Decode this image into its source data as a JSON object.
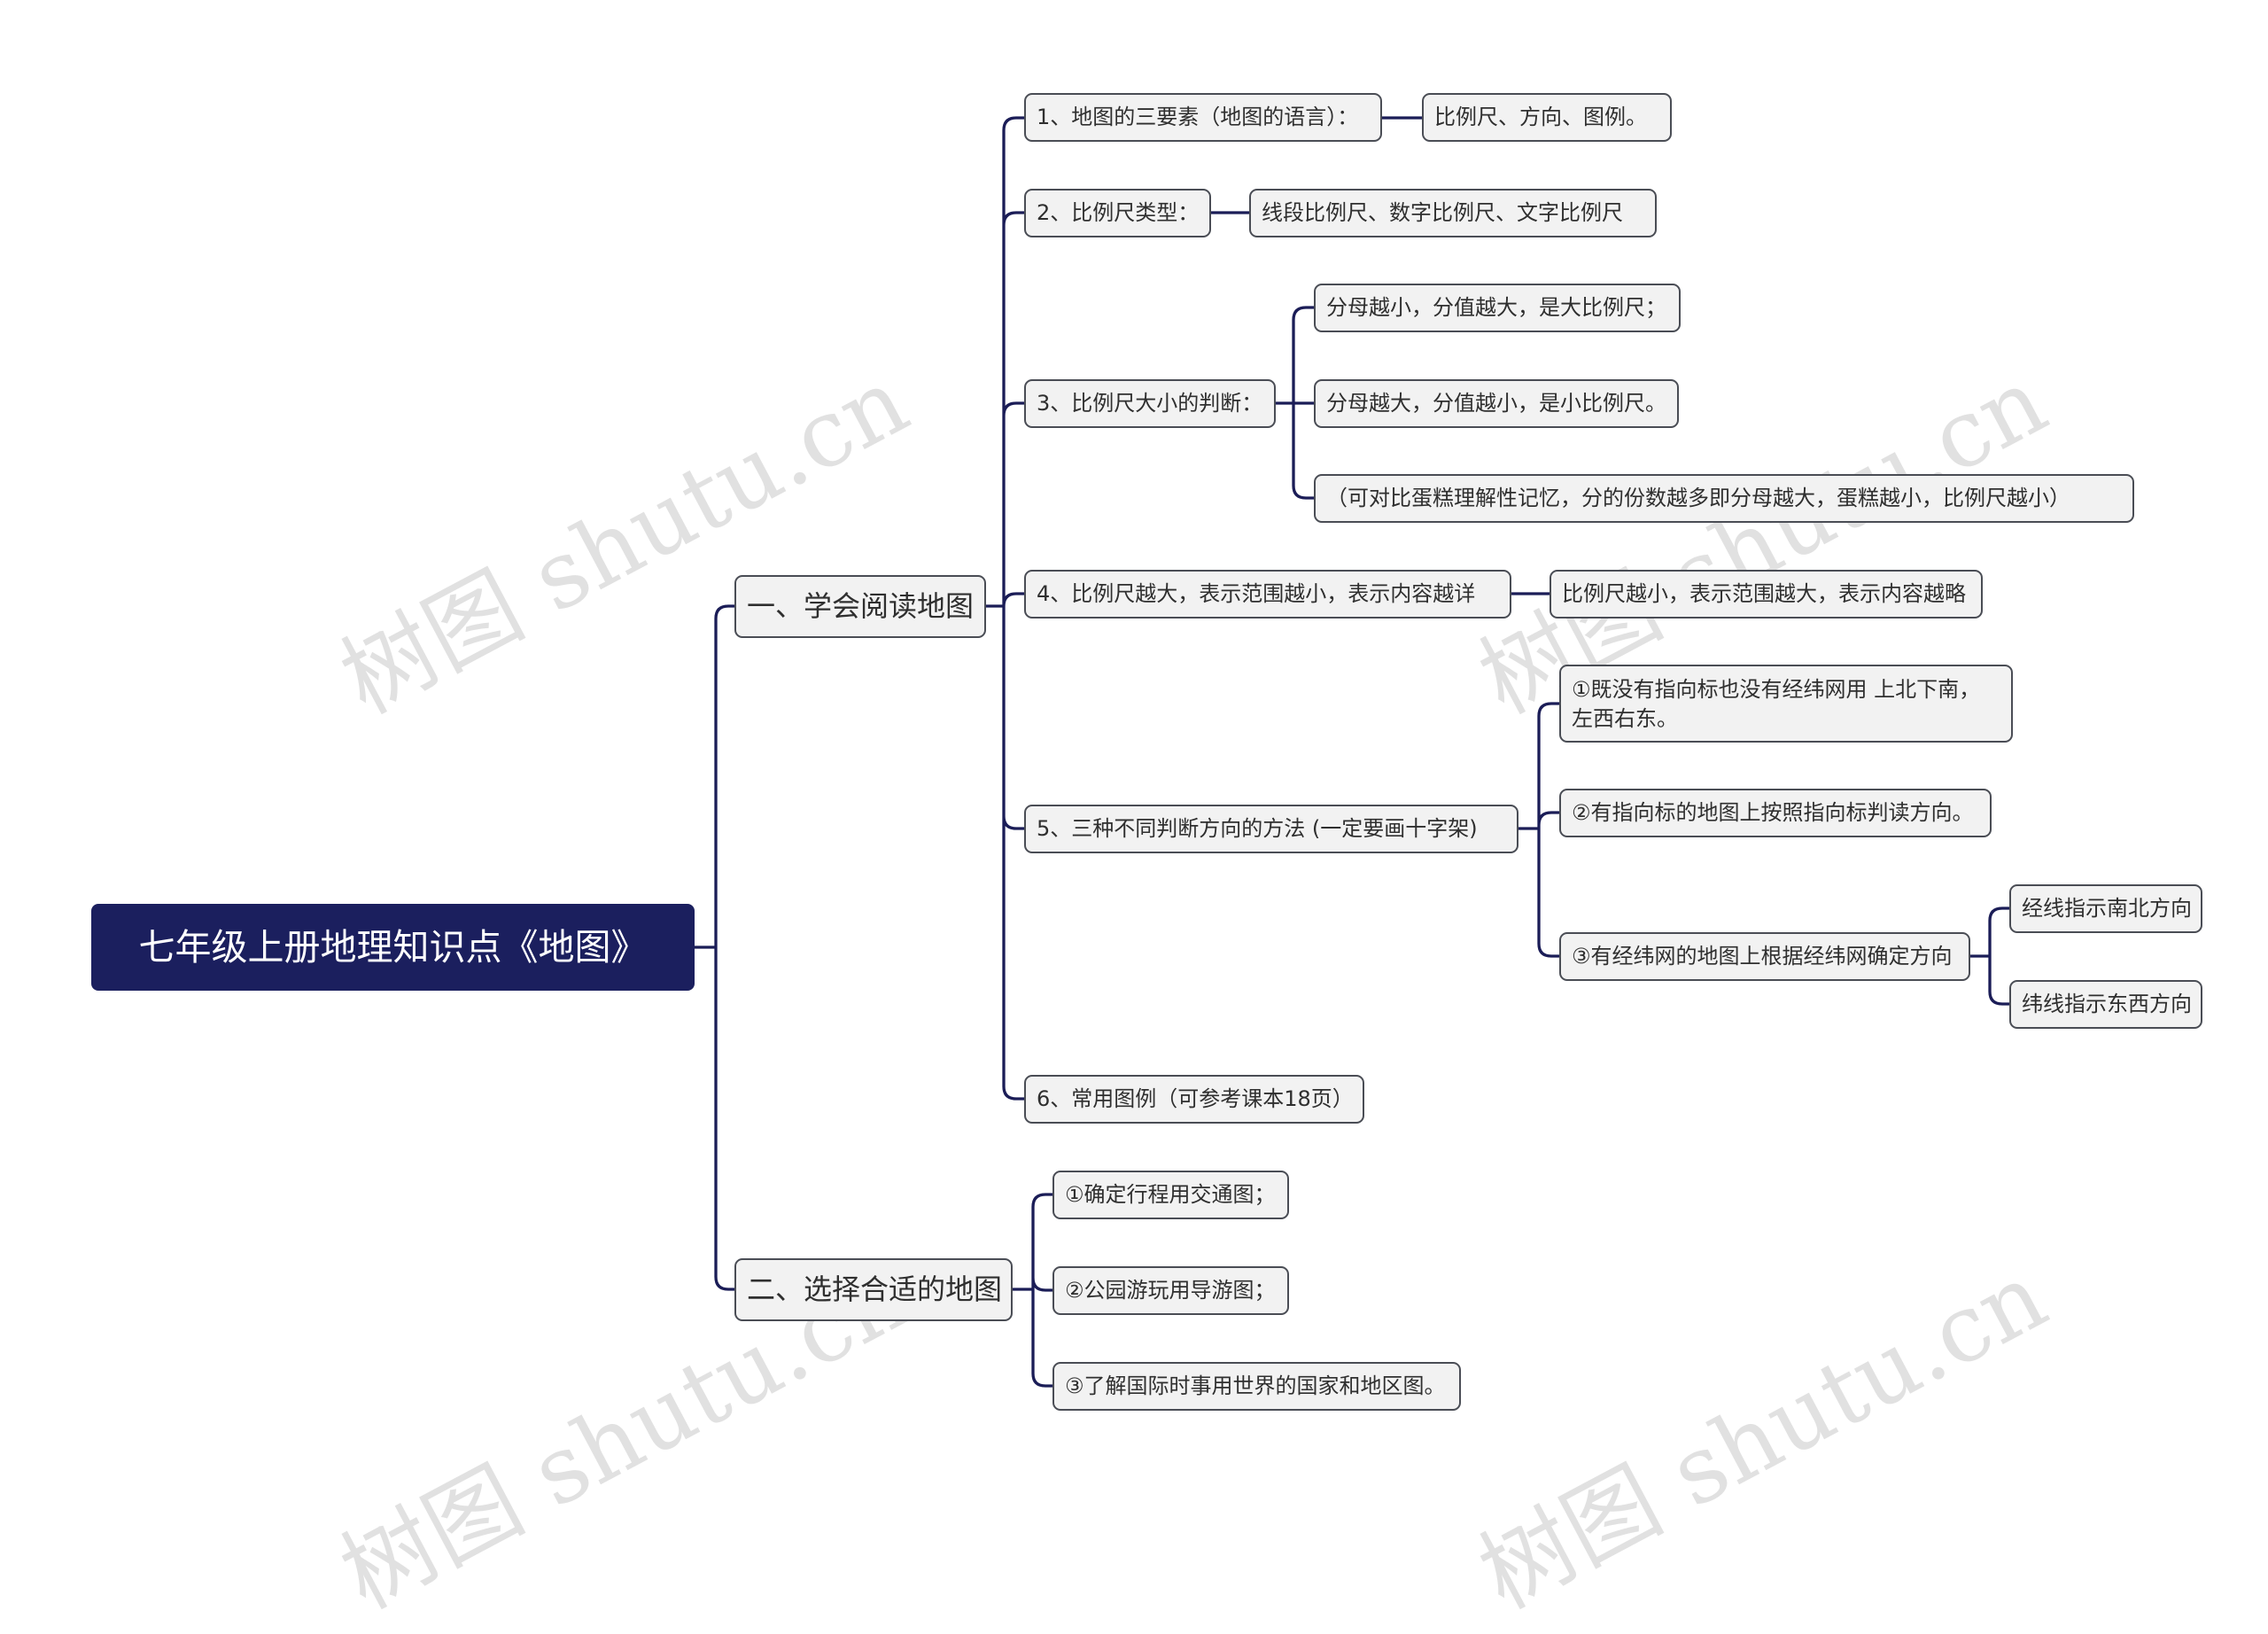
{
  "root": "七年级上册地理知识点《地图》",
  "branch1": {
    "label": "一、学会阅读地图",
    "items": [
      {
        "label": "1、地图的三要素（地图的语言）：",
        "children": [
          "比例尺、方向、图例。"
        ]
      },
      {
        "label": "2、比例尺类型：",
        "children": [
          "线段比例尺、数字比例尺、文字比例尺"
        ]
      },
      {
        "label": "3、比例尺大小的判断：",
        "children": [
          "分母越小，分值越大，是大比例尺；",
          "分母越大，分值越小，是小比例尺。",
          "（可对比蛋糕理解性记忆，分的份数越多即分母越大，蛋糕越小，比例尺越小）"
        ]
      },
      {
        "label": "4、比例尺越大，表示范围越小，表示内容越详",
        "children": [
          "比例尺越小，表示范围越大，表示内容越略"
        ]
      },
      {
        "label": "5、三种不同判断方向的方法 (一定要画十字架)",
        "children": [
          "①既没有指向标也没有经纬网用  上北下南，左西右东。",
          "②有指向标的地图上按照指向标判读方向。",
          "③有经纬网的地图上根据经纬网确定方向"
        ],
        "grandchildren": [
          "经线指示南北方向",
          "纬线指示东西方向"
        ]
      },
      {
        "label": "6、常用图例（可参考课本18页）"
      }
    ]
  },
  "branch2": {
    "label": "二、选择合适的地图",
    "items": [
      "①确定行程用交通图；",
      "②公园游玩用导游图；",
      "③了解国际时事用世界的国家和地区图。"
    ]
  },
  "watermark": "树图 shutu.cn",
  "colors": {
    "root_bg": "#1b1f5e",
    "line": "#1b1d57",
    "node_bg": "#f2f2f2",
    "node_border": "#4a4d55"
  }
}
